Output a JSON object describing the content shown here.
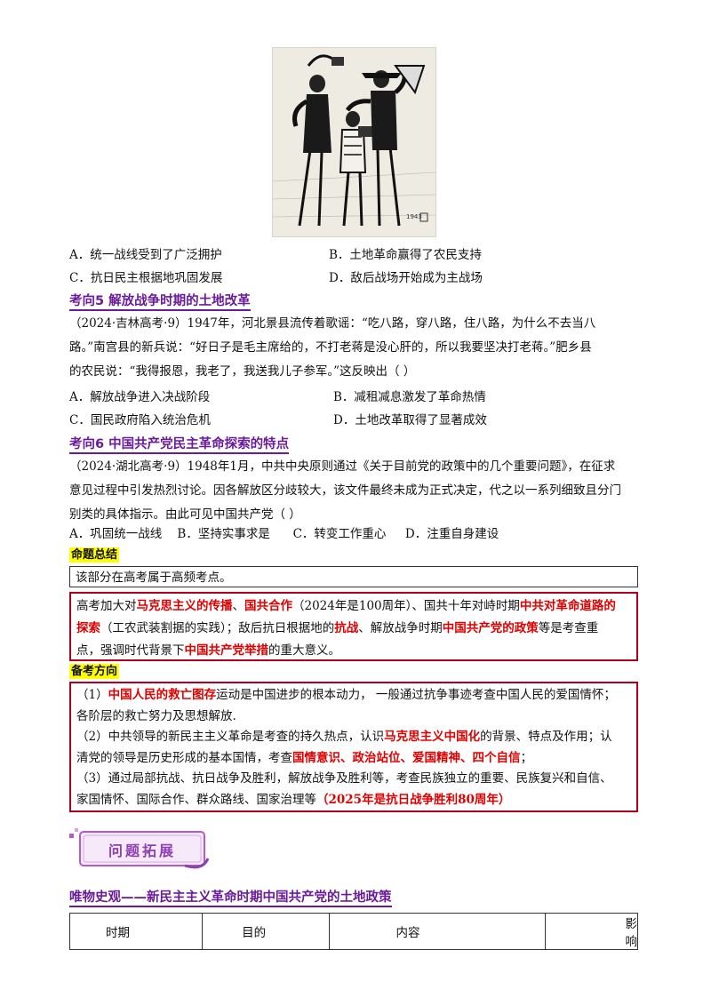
{
  "q_prev": {
    "options": [
      {
        "text": "A．统一战线受到了广泛拥护"
      },
      {
        "text": "B．土地革命赢得了农民支持"
      },
      {
        "text": "C．抗日民主根据地巩固发展"
      },
      {
        "text": "D．敌后战场开始成为主战场"
      }
    ]
  },
  "section5": {
    "title": "考向5  解放战争时期的土地改革",
    "question_lines": [
      "（2024·吉林高考·9）1947年，河北景县流传着歌谣：“吃八路，穿八路，住八路，为什么不去当八",
      "路。”南宫县的新兵说：“好日子是毛主席给的，不打老蒋是没心肝的，所以我要坚决打老蒋。”肥乡县",
      "的农民说：“我得报恩，我老了，我送我儿子参军。”这反映出（     ）"
    ],
    "options": [
      {
        "text": "A．解放战争进入决战阶段"
      },
      {
        "text": "B．减租减息激发了革命热情"
      },
      {
        "text": "C．国民政府陷入统治危机"
      },
      {
        "text": "D．土地改革取得了显著成效"
      }
    ]
  },
  "section6": {
    "title": "考向6  中国共产党民主革命探索的特点",
    "question_lines": [
      "（2024·湖北高考·9）1948年1月，中共中央原则通过《关于目前党的政策中的几个重要问题》，在征求",
      "意见过程中引发热烈讨论。因各解放区分歧较大，该文件最终未成为正式决定，代之以一系列细致且分门",
      "别类的具体指示。由此可见中国共产党（     ）"
    ],
    "options_line": "A．巩固统一战线    B．坚持实事求是      C．转变工作重心     D．注重自身建设"
  },
  "summary": {
    "tag": "命题总结",
    "box1": "该部分在高考属于高频考点。",
    "box2": {
      "l1a": "高考加大对",
      "l1b": "马克思主义的传播",
      "l1c": "、",
      "l1d": "国共合作",
      "l1e": "（2024年是100周年）、国共十年对峙时期",
      "l1f": "中共对革命道路的",
      "l2a": "探索",
      "l2b": "（工农武装割据的实践）；敌后抗日根据地的",
      "l2c": "抗战",
      "l2d": "、解放战争时期",
      "l2e": "中国共产党的政策",
      "l2f": "等是考查重",
      "l3a": "点，强调时代背景下",
      "l3b": "中国共产党举措",
      "l3c": "的重大意义。"
    }
  },
  "direction": {
    "tag": "备考方向",
    "p1a": "（1）",
    "p1b": "中国人民的救亡图存",
    "p1c": "运动是中国进步的根本动力，  一般通过抗争事迹考查中国人民的爱国情怀；",
    "p1d": "各阶层的救亡努力及思想解放.",
    "p2a": "（2）中共领导的新民主主义革命是考查的持久热点，认识",
    "p2b": "马克思主义中国化",
    "p2c": "的背景、特点及作用；认",
    "p2d": "清党的领导是历史形成的基本国情，考查",
    "p2e": "国情意识、政治站位、爱国精神、四个自信",
    "p2f": "；",
    "p3a": "（3）通过局部抗战、抗日战争及胜利，解放战争及胜利等，考查民族独立的重要、民族复兴和自信、",
    "p3b": "家国情怀、国际合作、群众路线、国家治理等",
    "p3c": "（2025年是抗日战争胜利80周年）"
  },
  "banner": {
    "text": "问题拓展"
  },
  "table_section": {
    "title": "唯物史观——新民主主义革命时期中国共产党的土地政策",
    "headers": [
      "时期",
      "目的",
      "内容",
      "影响"
    ]
  }
}
